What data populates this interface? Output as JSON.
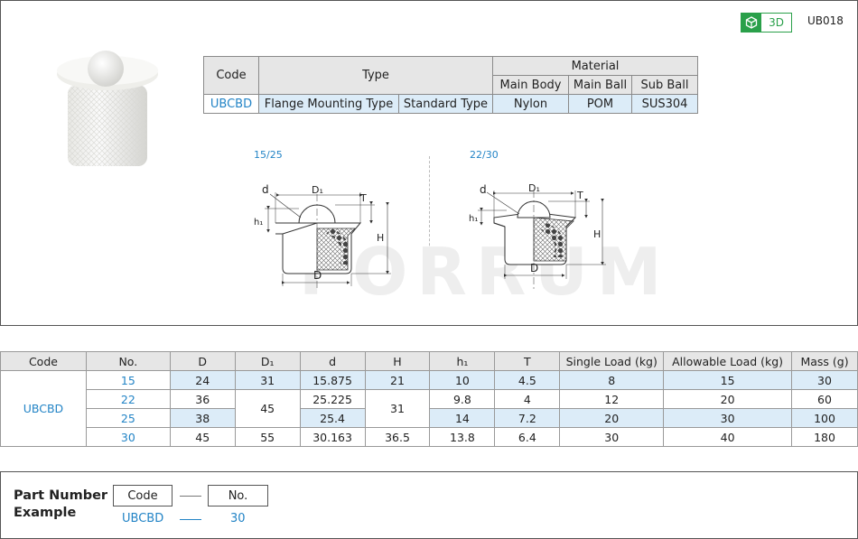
{
  "header": {
    "badge_label": "3D",
    "series_code": "UB018",
    "brand_color": "#2aa04a",
    "accent_color": "#2384c6"
  },
  "spec_table": {
    "code_header": "Code",
    "type_header": "Type",
    "material_header": "Material",
    "material_cols": [
      "Main Body",
      "Main Ball",
      "Sub Ball"
    ],
    "row": {
      "code": "UBCBD",
      "type1": "Flange Mounting Type",
      "type2": "Standard Type",
      "main_body": "Nylon",
      "main_ball": "POM",
      "sub_ball": "SUS304"
    }
  },
  "drawings": {
    "left_label": "15/25",
    "right_label": "22/30",
    "dim_d": "d",
    "dim_d1": "D₁",
    "dim_t": "T",
    "dim_h1": "h₁",
    "dim_h": "H",
    "dim_D": "D",
    "watermark": "FORRUM"
  },
  "main_table": {
    "headers": [
      "Code",
      "No.",
      "D",
      "D₁",
      "d",
      "H",
      "h₁",
      "T",
      "Single Load (kg)",
      "Allowable Load (kg)",
      "Mass (g)"
    ],
    "code": "UBCBD",
    "rows": [
      {
        "no": "15",
        "D": "24",
        "D1": "31",
        "d": "15.875",
        "H": "21",
        "h1": "10",
        "T": "4.5",
        "single": "8",
        "allow": "15",
        "mass": "30"
      },
      {
        "no": "22",
        "D": "36",
        "D1": "45",
        "d": "25.225",
        "H": "31",
        "h1": "9.8",
        "T": "4",
        "single": "12",
        "allow": "20",
        "mass": "60"
      },
      {
        "no": "25",
        "D": "38",
        "D1": "",
        "d": "25.4",
        "H": "",
        "h1": "14",
        "T": "7.2",
        "single": "20",
        "allow": "30",
        "mass": "100"
      },
      {
        "no": "30",
        "D": "45",
        "D1": "55",
        "d": "30.163",
        "H": "36.5",
        "h1": "13.8",
        "T": "6.4",
        "single": "30",
        "allow": "40",
        "mass": "180"
      }
    ]
  },
  "example": {
    "title_line1": "Part Number",
    "title_line2": "Example",
    "box1": "Code",
    "box2": "No.",
    "val1": "UBCBD",
    "val2": "30"
  }
}
